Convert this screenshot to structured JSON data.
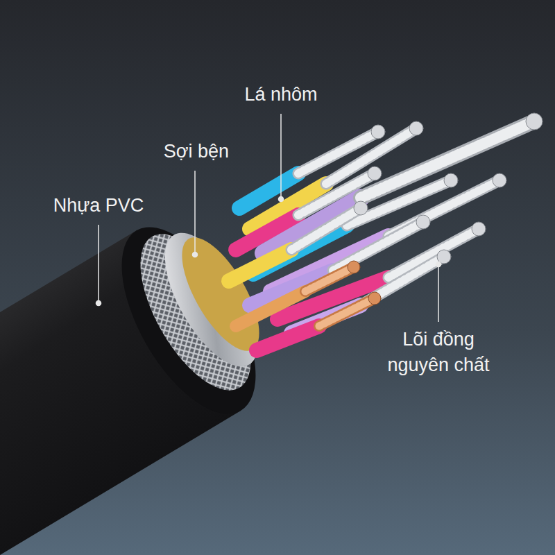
{
  "diagram": {
    "labels": [
      "Lá nhôm",
      "Sợi bện",
      "Nhựa PVC",
      "Lõi đồng nguyên chất"
    ]
  }
}
